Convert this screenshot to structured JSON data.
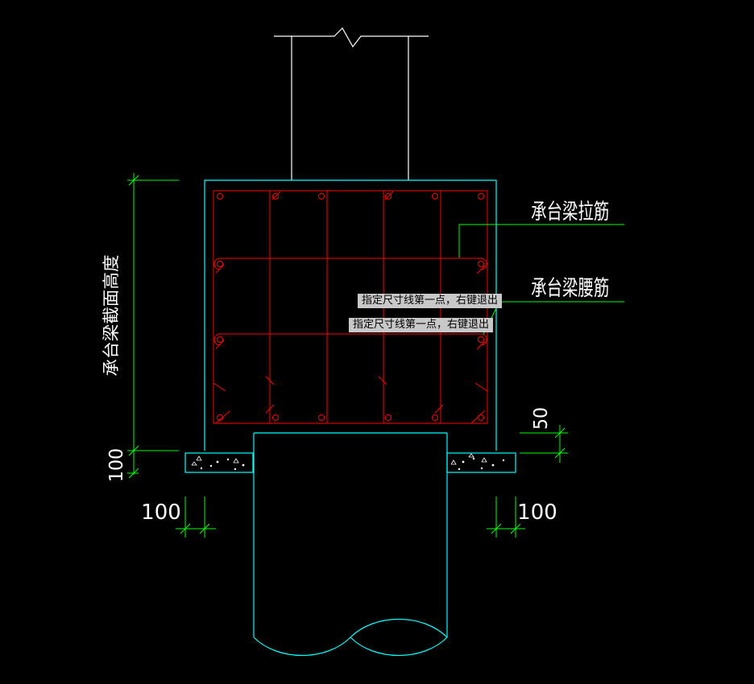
{
  "colors": {
    "background": "#000000",
    "outline": "#00ffff",
    "rebar": "#ff0000",
    "dimension": "#00ff00",
    "text": "#ffffff",
    "tooltip_bg": "#c8c8c8"
  },
  "labels": {
    "tie_bar": "承台梁拉筋",
    "waist_bar": "承台梁腰筋",
    "section_height": "承台梁截面高度"
  },
  "dimensions": {
    "cushion_thickness": "100",
    "left_extension": "100",
    "right_extension": "100",
    "pile_embed": "50"
  },
  "tooltips": [
    "指定尺寸线第一点，右键退出",
    "指定尺寸线第一点，右键退出"
  ]
}
